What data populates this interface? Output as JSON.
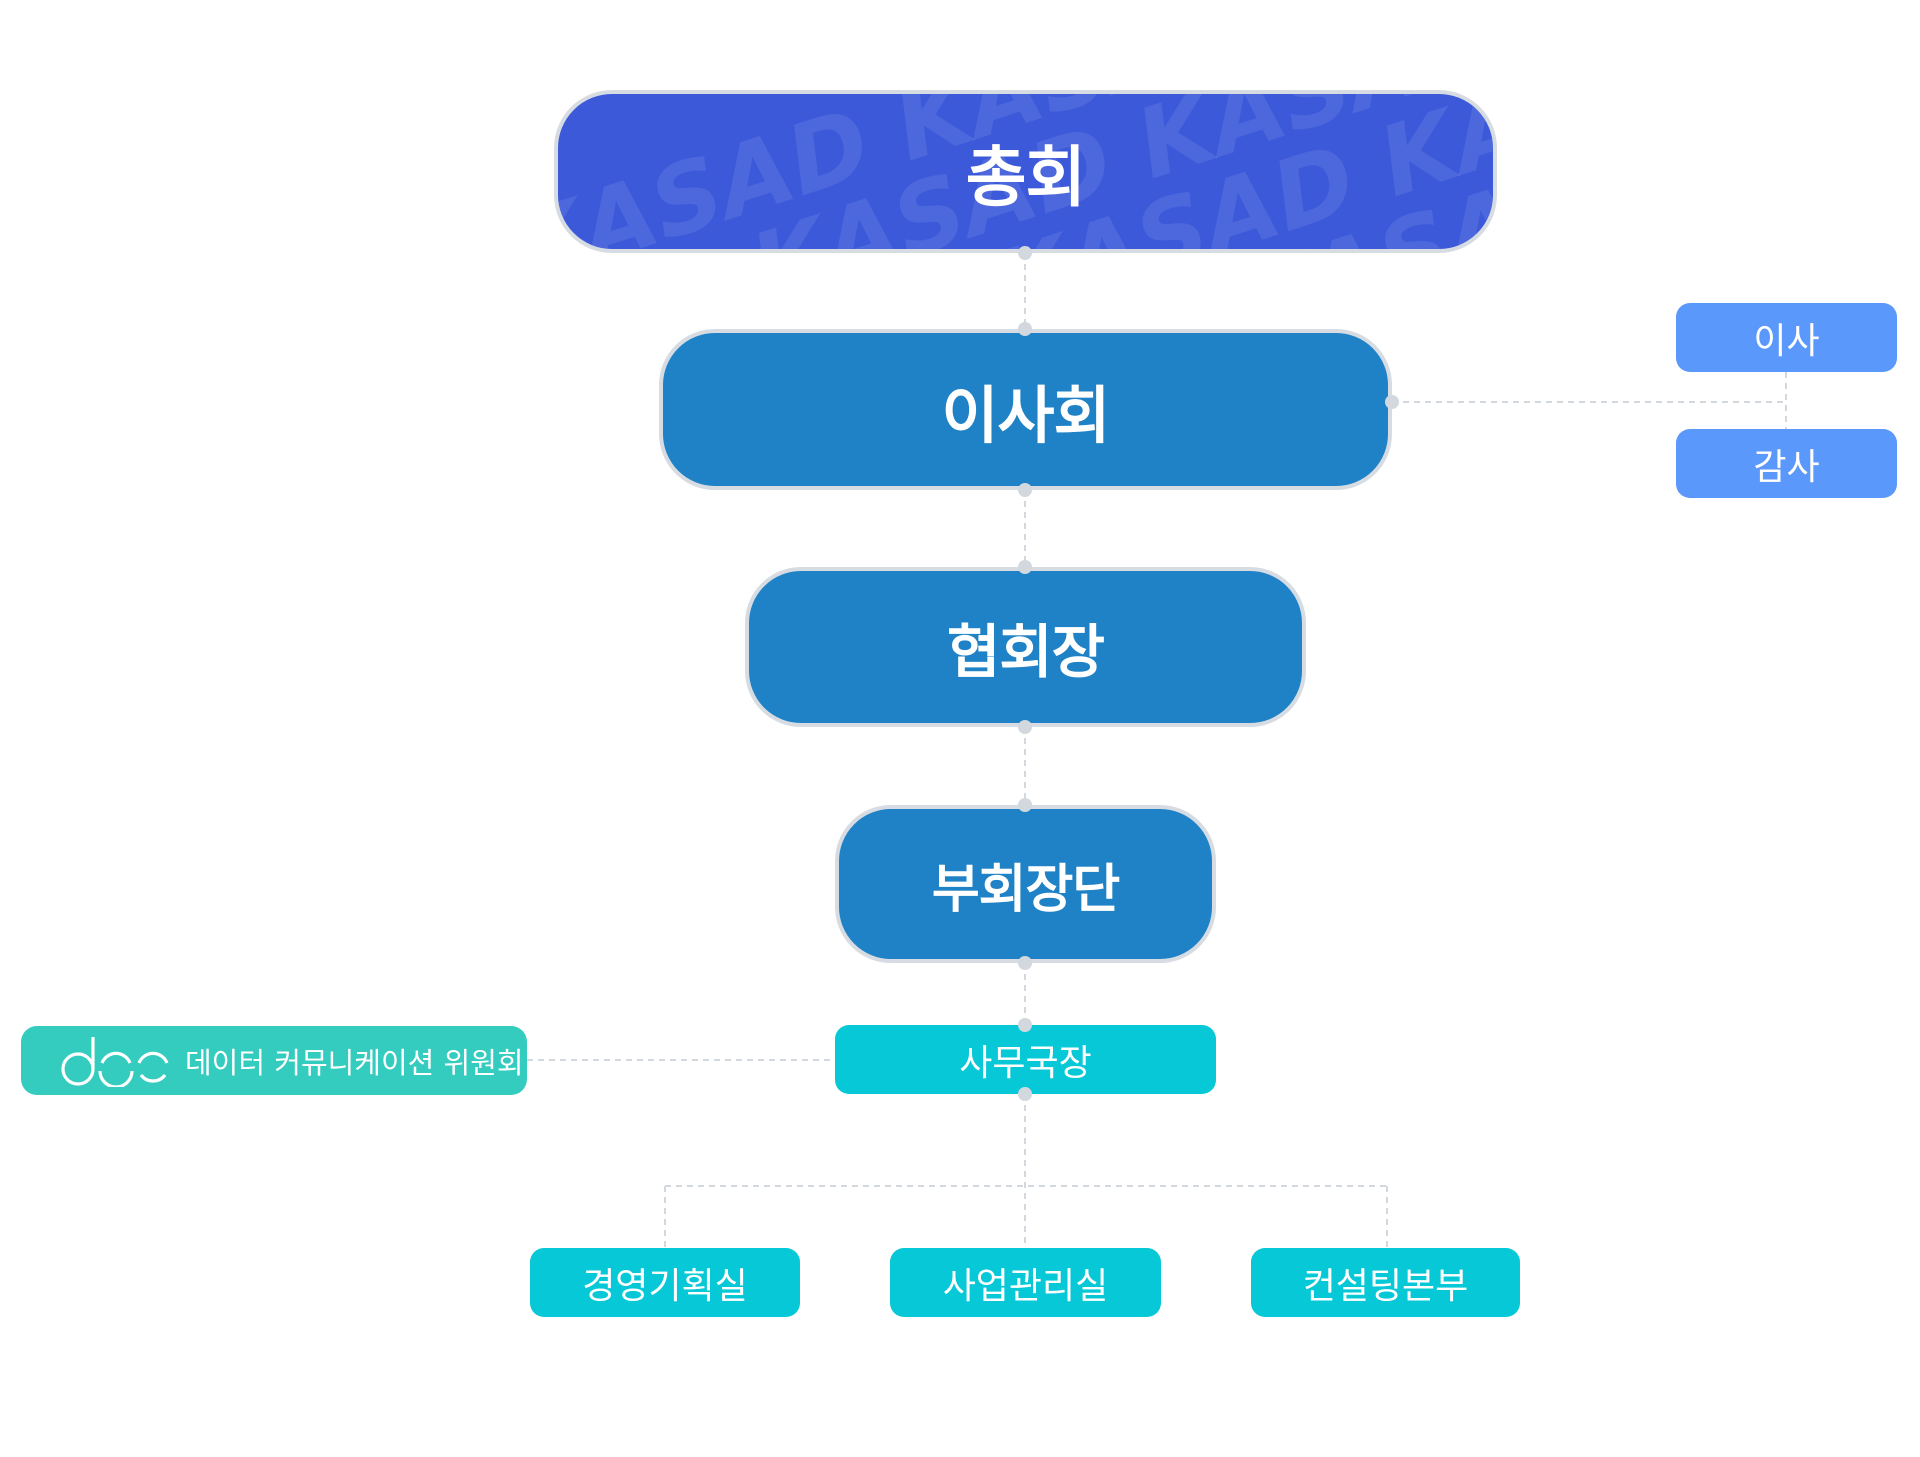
{
  "diagram": {
    "type": "organization-chart",
    "nodes": {
      "general_assembly": "총회",
      "board_of_directors": "이사회",
      "president": "협회장",
      "vice_presidents": "부회장단",
      "secretary_general": "사무국장",
      "director": "이사",
      "auditor": "감사",
      "dcc_committee": "데이터 커뮤니케이션 위원회",
      "dept_management_planning": "경영기획실",
      "dept_project_management": "사업관리실",
      "dept_consulting": "컨설팅본부"
    },
    "watermark_text": "KASAD KASAD KASAD KASAD",
    "logo": "dcc-logo",
    "colors": {
      "general_assembly": "#3b59d9",
      "major_nodes": "#1f82c6",
      "director_auditor": "#5b98fb",
      "secretariat_departments": "#07c8d6",
      "dcc_committee": "#34ccbf",
      "connector": "#d3d8de"
    },
    "edges": [
      [
        "general_assembly",
        "board_of_directors"
      ],
      [
        "board_of_directors",
        "president"
      ],
      [
        "board_of_directors",
        "director"
      ],
      [
        "board_of_directors",
        "auditor"
      ],
      [
        "president",
        "vice_presidents"
      ],
      [
        "vice_presidents",
        "secretary_general"
      ],
      [
        "secretary_general",
        "dcc_committee"
      ],
      [
        "secretary_general",
        "dept_management_planning"
      ],
      [
        "secretary_general",
        "dept_project_management"
      ],
      [
        "secretary_general",
        "dept_consulting"
      ]
    ]
  }
}
